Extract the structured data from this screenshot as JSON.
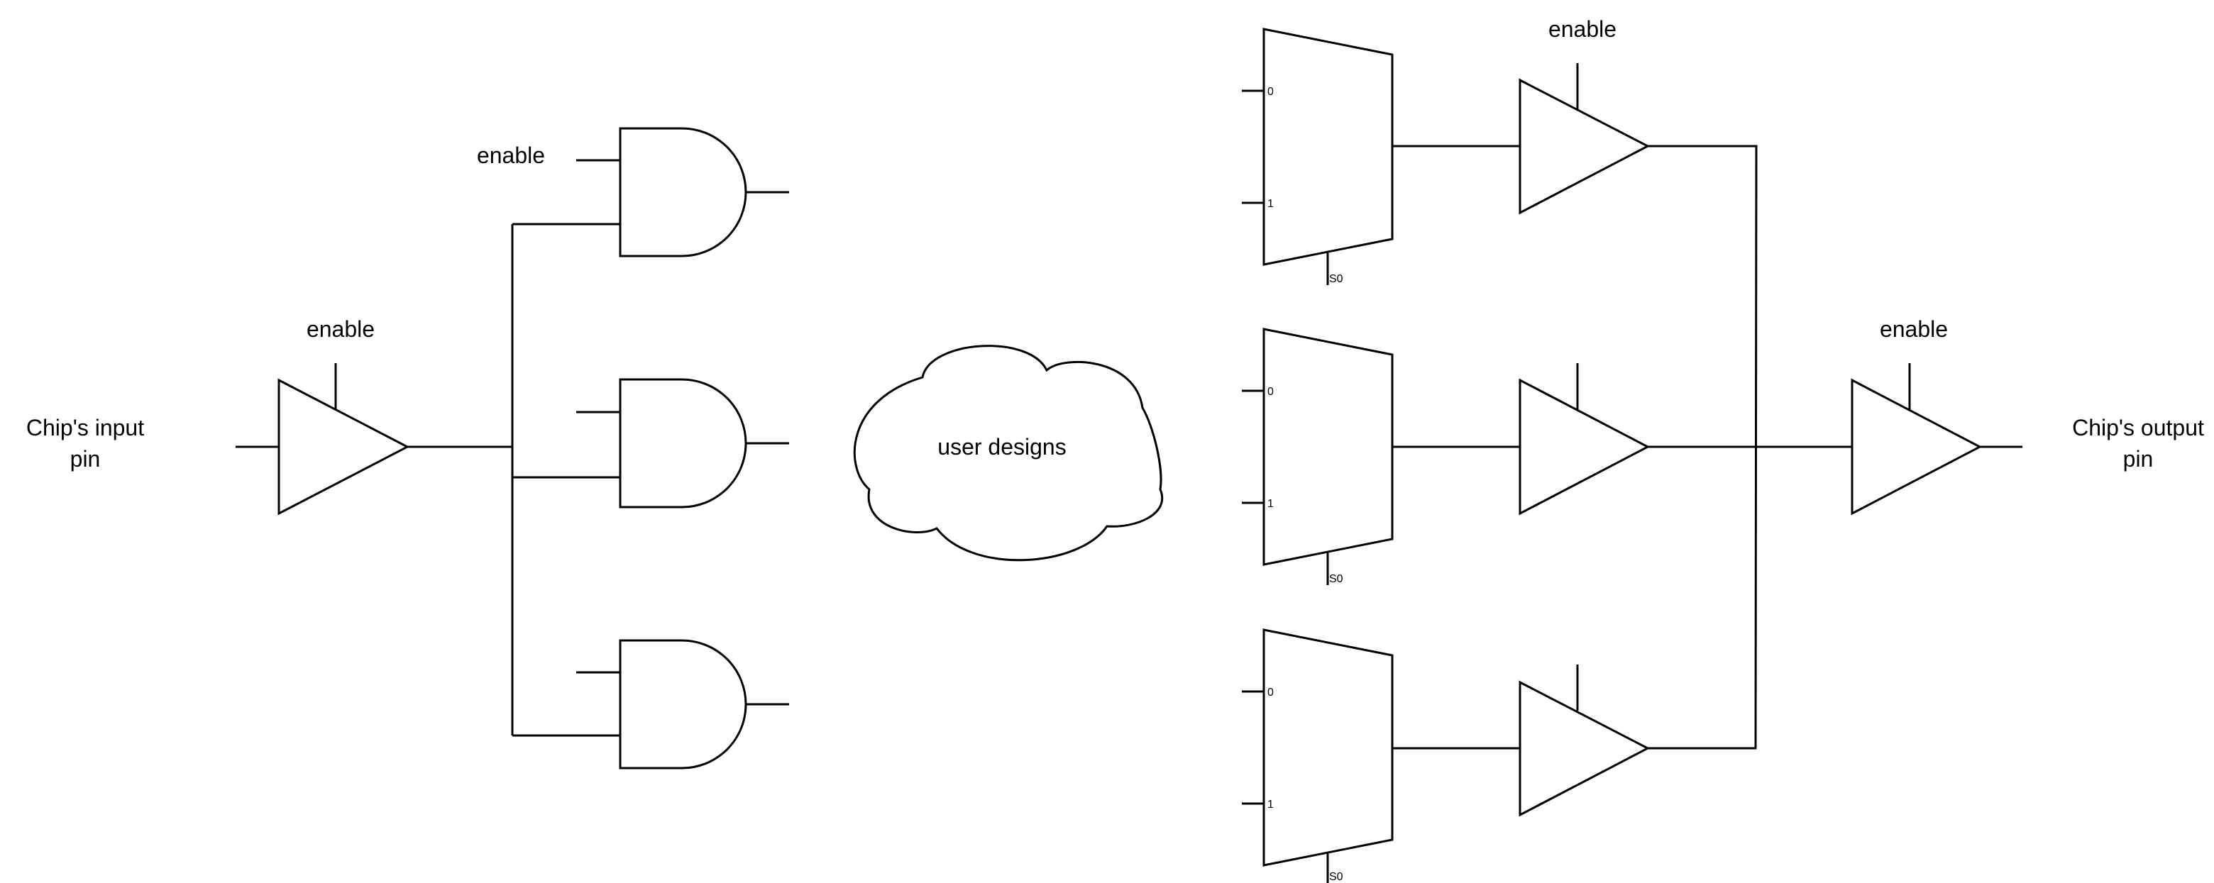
{
  "input_pin": {
    "line1": "Chip's input",
    "line2": "pin"
  },
  "output_pin": {
    "line1": "Chip's output",
    "line2": "pin"
  },
  "enable_label": "enable",
  "cloud_label": "user designs",
  "mux_labels": {
    "in0": "0",
    "in1": "1",
    "select": "S0"
  },
  "colors": {
    "stroke": "#000000",
    "background": "#ffffff"
  }
}
